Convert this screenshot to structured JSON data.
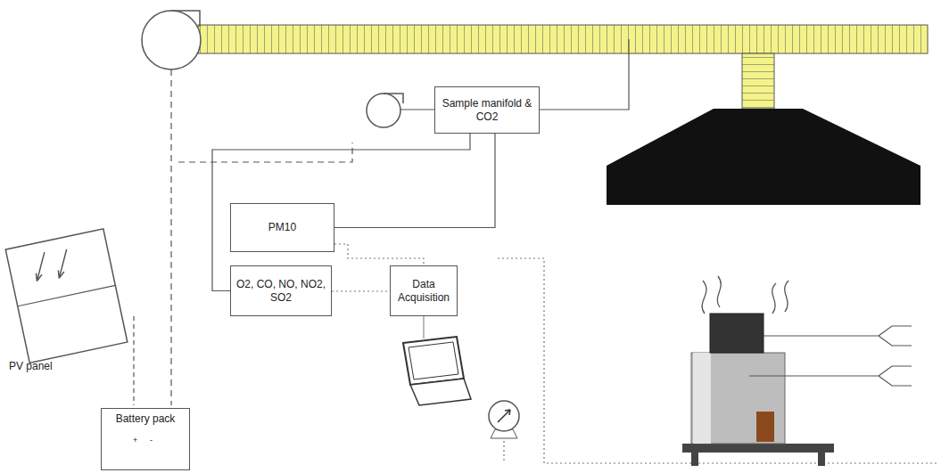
{
  "diagram": {
    "nodes": [
      {
        "text": [
          "Sample manifold & CO2"
        ]
      },
      {
        "text": [
          "PM10"
        ]
      },
      {
        "text": [
          "O2, CO, NO, NO2, SO2"
        ]
      },
      {
        "text": [
          "Data Acquisition"
        ]
      },
      {
        "text": [
          "Battery pack"
        ]
      }
    ],
    "edges": [
      {
        "from": 0,
        "to": 1,
        "arrow": "none"
      },
      {
        "from": 0,
        "to": 2,
        "arrow": "none"
      },
      {
        "from": 1,
        "to": 3,
        "arrow": "none"
      },
      {
        "from": 2,
        "to": 3,
        "arrow": "none"
      }
    ],
    "labels": [
      "PV panel",
      "+",
      "-"
    ]
  }
}
